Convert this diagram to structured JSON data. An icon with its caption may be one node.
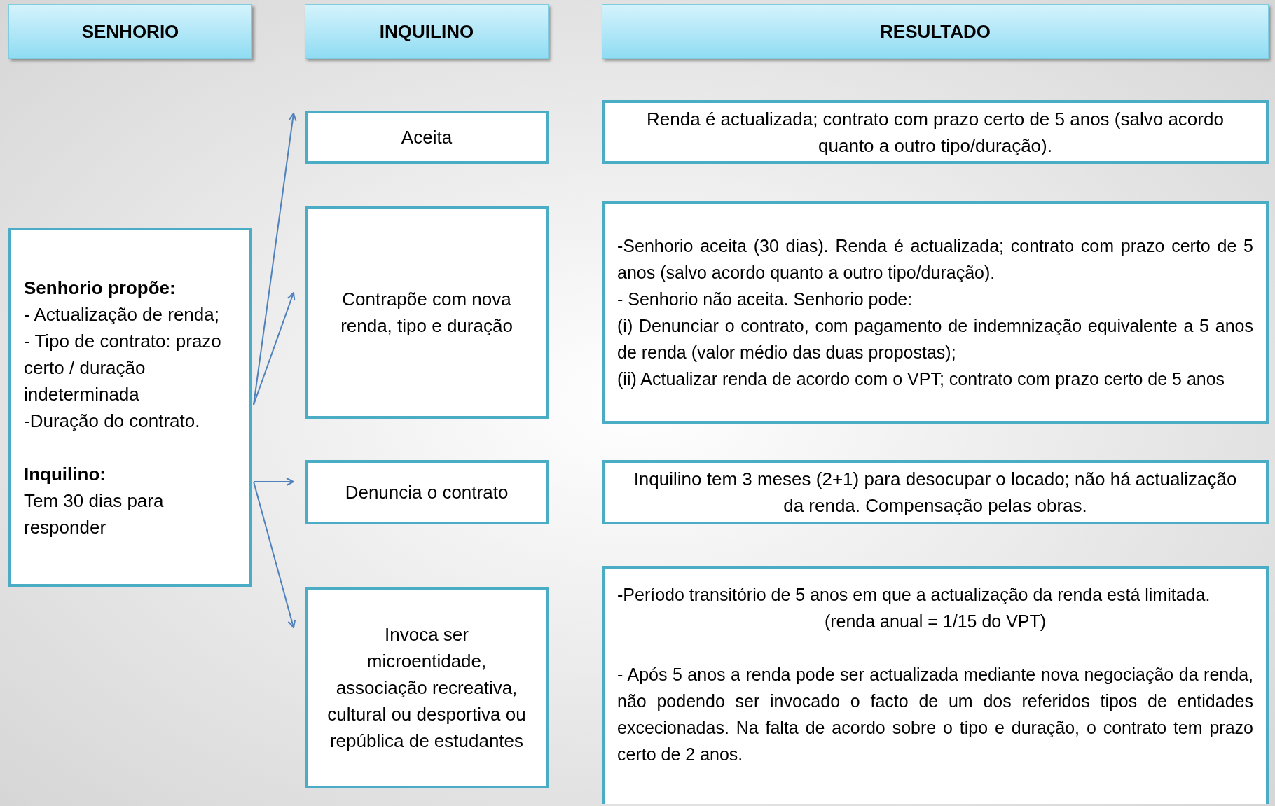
{
  "diagram": {
    "nodes": [
      {
        "text": [
          "SENHORIO"
        ]
      },
      {
        "text": [
          "INQUILINO"
        ]
      },
      {
        "text": [
          "RESULTADO"
        ]
      },
      {
        "text": [
          "Senhorio propõe:",
          "- Actualização de renda;",
          "- Tipo de contrato: prazo certo / duração indeterminada",
          "-Duração do contrato.",
          "Inquilino:",
          "Tem 30 dias para responder"
        ]
      },
      {
        "text": [
          "Aceita"
        ]
      },
      {
        "text": [
          "Contrapõe com nova renda, tipo e duração"
        ]
      },
      {
        "text": [
          "Denuncia o contrato"
        ]
      },
      {
        "text": [
          "Invoca ser microentidade, associação recreativa, cultural ou desportiva ou república de estudantes"
        ]
      },
      {
        "text": [
          "Renda é actualizada; contrato com prazo certo de 5 anos (salvo acordo quanto a outro tipo/duração)."
        ]
      },
      {
        "text": [
          "-Senhorio aceita (30 dias). Renda é actualizada; contrato com prazo certo de 5 anos (salvo acordo quanto a outro tipo/duração).",
          "- Senhorio não aceita. Senhorio pode:",
          "(i) Denunciar o contrato, com pagamento de indemnização equivalente a 5 anos de renda (valor médio das duas propostas);",
          "(ii) Actualizar renda de acordo com o VPT; contrato com prazo certo de 5 anos"
        ]
      },
      {
        "text": [
          "Inquilino tem 3 meses (2+1) para desocupar o locado; não há actualização da renda. Compensação pelas obras."
        ]
      },
      {
        "text": [
          "-Período transitório de 5 anos em que a actualização da renda está limitada.",
          "(renda anual = 1/15 do VPT)",
          "- Após 5 anos a renda pode ser actualizada mediante nova negociação da renda, não podendo ser invocado o facto de um dos referidos tipos de entidades excecionadas. Na falta de acordo sobre o tipo e duração, o contrato  tem prazo certo de 2 anos."
        ]
      }
    ],
    "edges": [
      {
        "from": 3,
        "to": 4,
        "arrow": "to"
      },
      {
        "from": 3,
        "to": 5,
        "arrow": "to"
      },
      {
        "from": 3,
        "to": 6,
        "arrow": "to"
      },
      {
        "from": 3,
        "to": 7,
        "arrow": "to"
      }
    ]
  }
}
